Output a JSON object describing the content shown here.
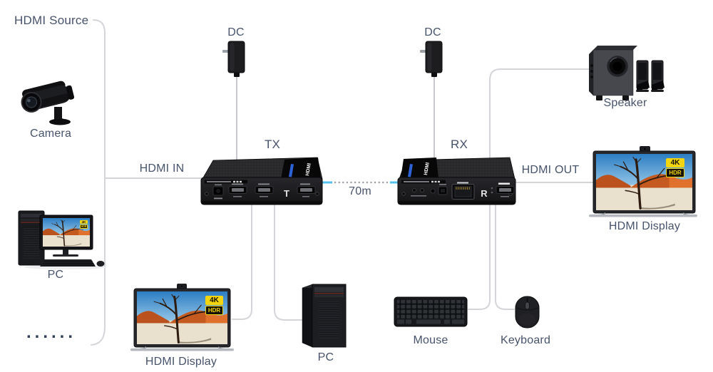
{
  "colors": {
    "text": "#47536b",
    "line": "#d3d5d9",
    "link_cyan": "#54c2ec",
    "badge_yellow": "#f2d50c"
  },
  "labels": {
    "source_group": "HDMI Source",
    "camera": "Camera",
    "pc_left": "PC",
    "more_sources": "......",
    "hdmi_in": "HDMI IN",
    "dc_tx": "DC",
    "tx": "TX",
    "distance": "70m",
    "dc_rx": "DC",
    "rx": "RX",
    "hdmi_out": "HDMI OUT",
    "speaker": "Speaker",
    "display_right": "HDMI Display",
    "display_bottom": "HDMI Display",
    "pc_bottom": "PC",
    "under_keyboard": "Mouse",
    "under_mouse": "Keyboard"
  },
  "device_markings": {
    "tx_port_letter": "T",
    "rx_port_letter": "R",
    "tx_sticker": "HDMI",
    "rx_sticker": "HDMI",
    "badge_4k": "4K",
    "badge_hdr": "HDR"
  }
}
